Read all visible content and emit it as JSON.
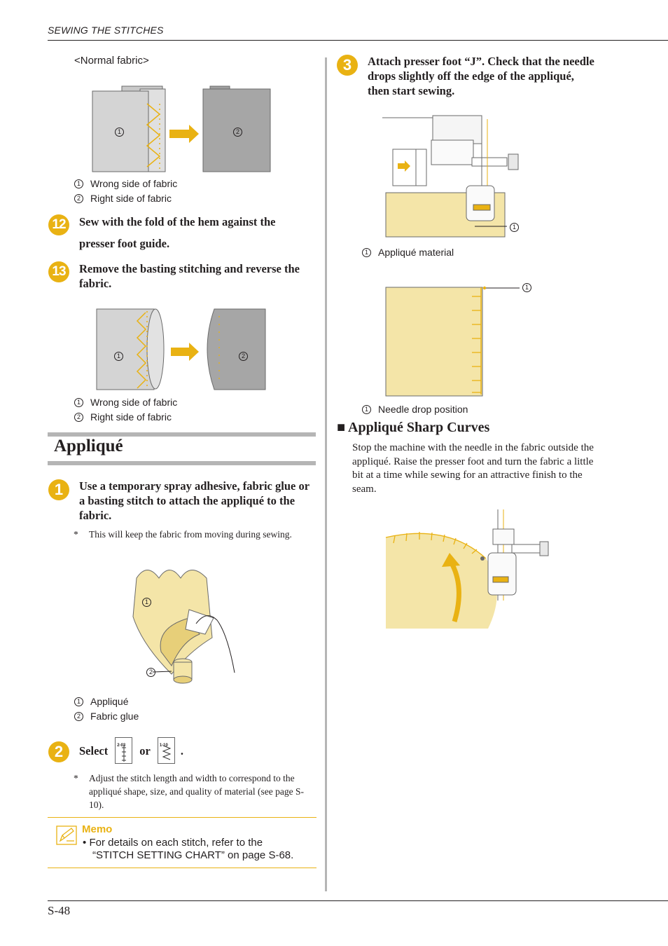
{
  "header": {
    "title": "SEWING THE STITCHES"
  },
  "left": {
    "normal_fabric_label": "<Normal fabric>",
    "fig1_callouts": [
      "1",
      "2"
    ],
    "legend1": [
      {
        "num": "1",
        "text": "Wrong side of fabric"
      },
      {
        "num": "2",
        "text": "Right side of fabric"
      }
    ],
    "step12": {
      "num": "12",
      "text_line1": "Sew with the fold of the hem against the",
      "text_line2": "presser foot guide."
    },
    "step13": {
      "num": "13",
      "text": "Remove the basting stitching and reverse the fabric."
    },
    "fig2_callouts": [
      "1",
      "2"
    ],
    "legend2": [
      {
        "num": "1",
        "text": "Wrong side of fabric"
      },
      {
        "num": "2",
        "text": "Right side of fabric"
      }
    ],
    "section_title": "Appliqué",
    "step1": {
      "num": "1",
      "text": "Use a temporary spray adhesive, fabric glue or a basting stitch to attach the appliqué to the fabric."
    },
    "note1": {
      "star": "*",
      "text": "This will keep the fabric from moving during sewing."
    },
    "fig3_callouts": [
      "1",
      "2"
    ],
    "legend3": [
      {
        "num": "1",
        "text": "Appliqué"
      },
      {
        "num": "2",
        "text": "Fabric glue"
      }
    ],
    "step2": {
      "num": "2",
      "select": "Select",
      "or": "or",
      "period": ".",
      "icon1_code": "2-03",
      "icon2_code": "1-10"
    },
    "note2": {
      "star": "*",
      "text": "Adjust the stitch length and width to correspond to the appliqué shape, size, and quality of material (see page S-10)."
    },
    "memo": {
      "title": "Memo",
      "bullet": "•",
      "line1": "For details on each stitch, refer to the",
      "line2": "“STITCH SETTING CHART” on page S-68."
    }
  },
  "right": {
    "step3": {
      "num": "3",
      "text": "Attach presser foot “J”. Check that the needle drops slightly off the edge of the appliqué, then start sewing."
    },
    "fig4_callout": "1",
    "legend4": [
      {
        "num": "1",
        "text": "Appliqué material"
      }
    ],
    "fig5_callout": "1",
    "legend5": [
      {
        "num": "1",
        "text": "Needle drop position"
      }
    ],
    "subsection_mark": "■",
    "subsection_title": "Appliqué Sharp Curves",
    "body": "Stop the machine with the needle in the fabric outside the appliqué. Raise the presser foot and turn the fabric a little bit at a time while sewing for an attractive finish to the seam."
  },
  "footer": {
    "page": "S-48"
  },
  "colors": {
    "accent": "#e9b213",
    "applique": "#f4e5a8",
    "fabric_light": "#d4d4d4",
    "fabric_dark": "#a6a6a6",
    "rule_gray": "#b5b5b5"
  }
}
